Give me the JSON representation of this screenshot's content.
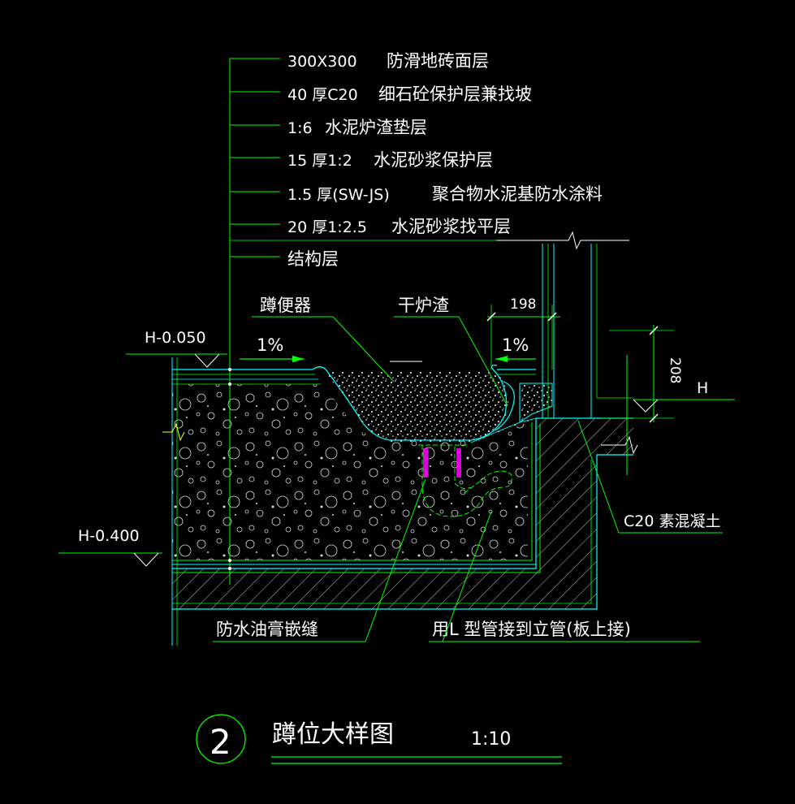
{
  "layers": [
    {
      "spec": "300X300",
      "desc": "防滑地砖面层"
    },
    {
      "spec": "40 厚C20",
      "desc": "细石砼保护层兼找坡"
    },
    {
      "spec": "1:6",
      "desc": "水泥炉渣垫层"
    },
    {
      "spec": "15 厚1:2",
      "desc": "水泥砂浆保护层"
    },
    {
      "spec": "1.5 厚(SW-JS)",
      "desc": "聚合物水泥基防水涂料"
    },
    {
      "spec": "20 厚1:2.5",
      "desc": "水泥砂浆找平层"
    },
    {
      "spec": "结构层",
      "desc": ""
    }
  ],
  "labels": {
    "squat_toilet": "蹲便器",
    "dry_slag": "干炉渣",
    "dim_198": "198",
    "dim_208": "208",
    "slope_left": "1%",
    "slope_right": "1%",
    "elev_top": "H-0.050",
    "elev_bottom": "H-0.400",
    "elev_h": "H",
    "c20_concrete": "C20  素混凝土",
    "sealant": "防水油膏嵌缝",
    "l_pipe": "用L 型管接到立管(板上接)"
  },
  "title": {
    "number": "2",
    "text": "蹲位大样图",
    "scale": "1:10"
  },
  "colors": {
    "background": "#000000",
    "text": "#ffffff",
    "leader": "#00ff00",
    "structure": "#00ffff",
    "hatch": "#cfcfcf",
    "sealant": "#ff00ff"
  }
}
